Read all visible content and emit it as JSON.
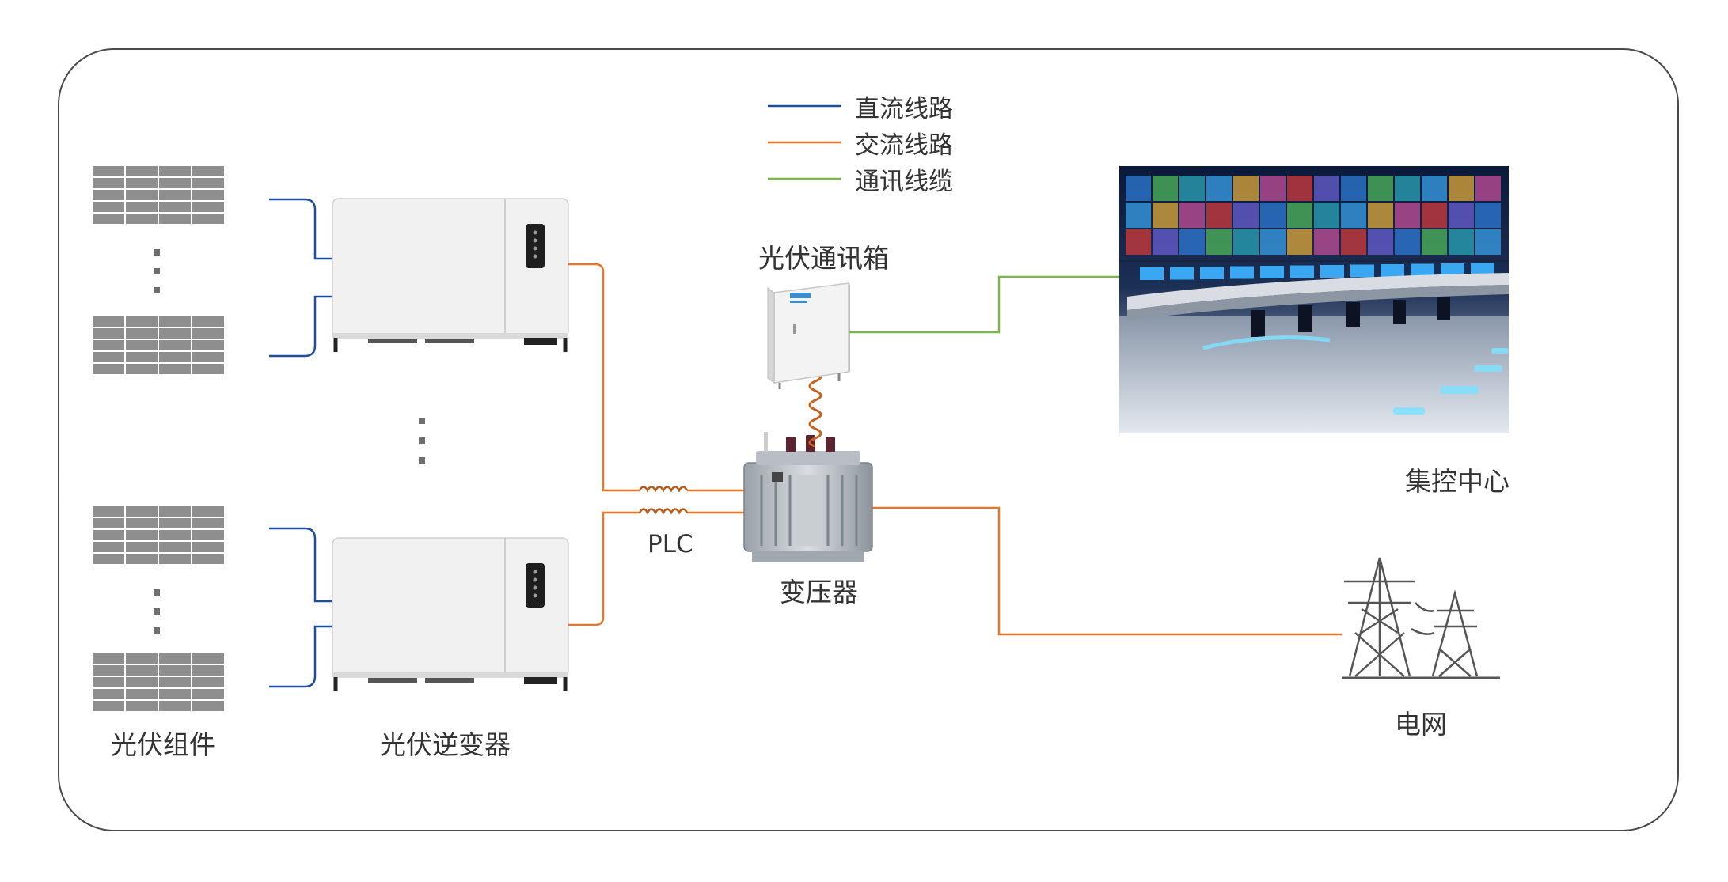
{
  "legend": [
    {
      "label": "直流线路",
      "color": "#1f4e9c"
    },
    {
      "label": "交流线路",
      "color": "#e8772a"
    },
    {
      "label": "通讯线缆",
      "color": "#7ab648"
    }
  ],
  "labels": {
    "pv_modules": "光伏组件",
    "pv_inverter": "光伏逆变器",
    "plc": "PLC",
    "transformer": "变压器",
    "comm_box": "光伏通讯箱",
    "control_center": "集控中心",
    "grid": "电网"
  },
  "colors": {
    "dc": "#1f4e9c",
    "ac": "#e8772a",
    "comm": "#7ab648",
    "border": "#4a4a4a",
    "panel": "#8e8e8e",
    "device": "#f1f1f1"
  }
}
